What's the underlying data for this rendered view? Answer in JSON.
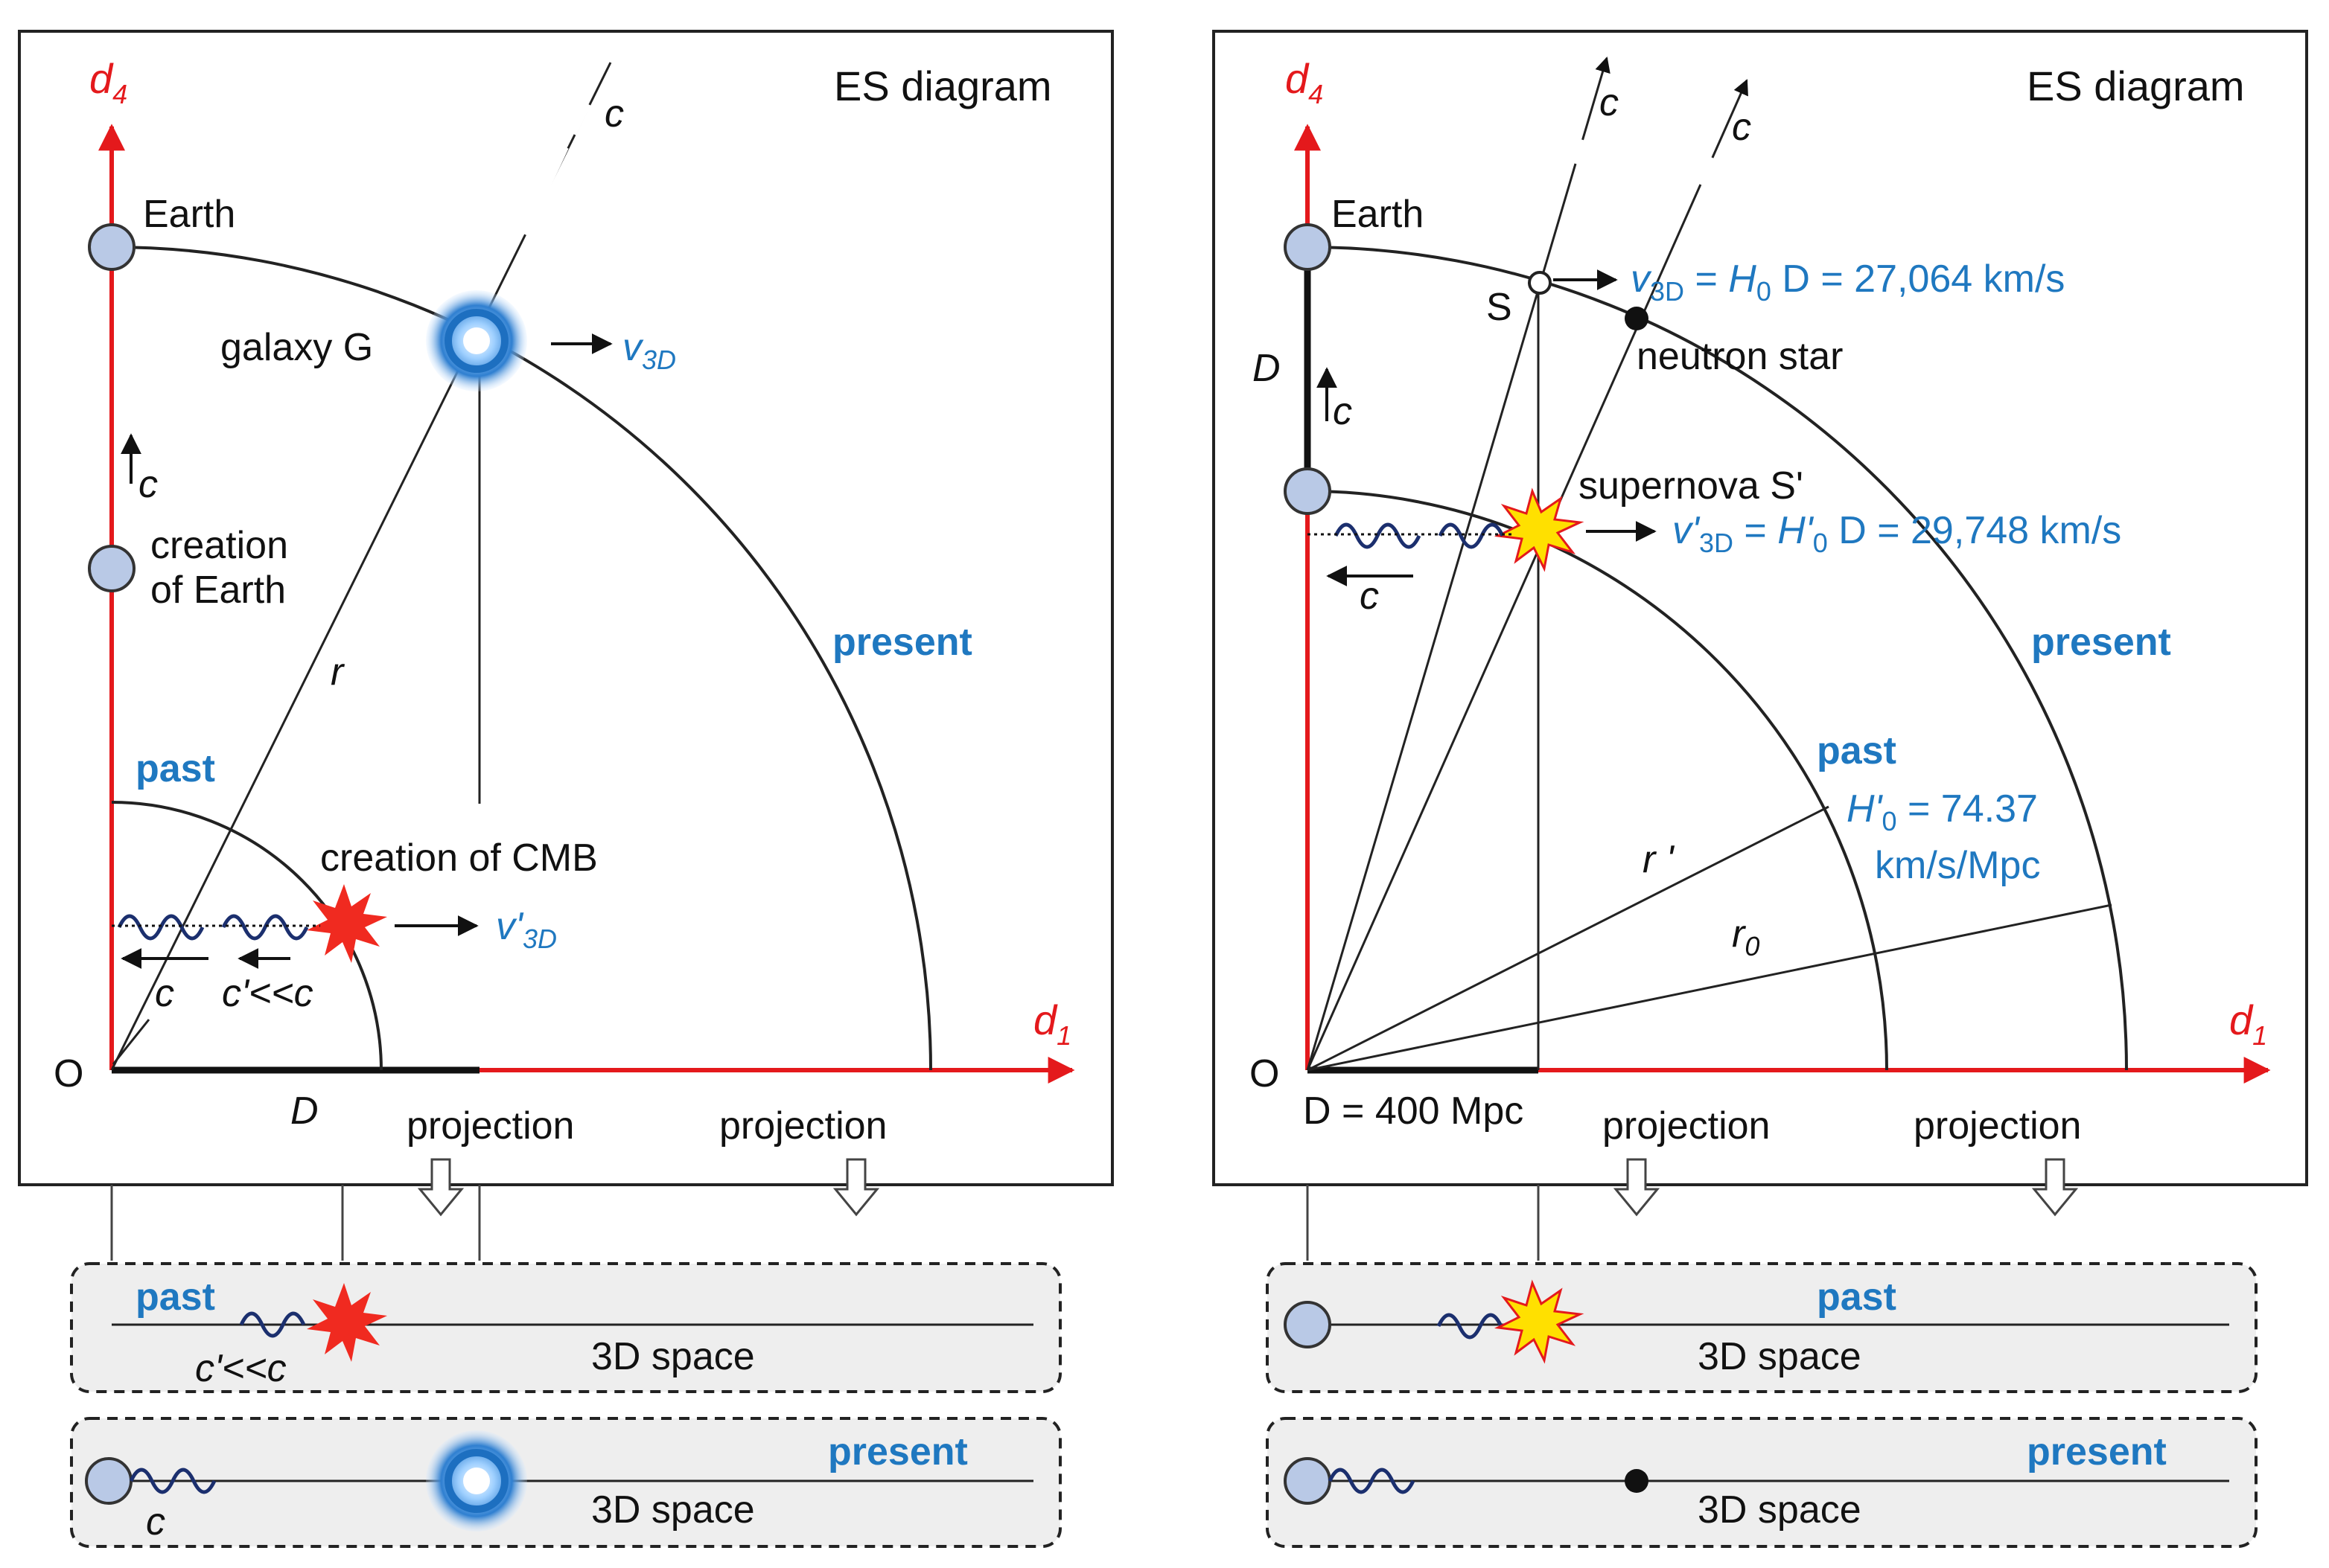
{
  "panels": {
    "left": {
      "title": "ES diagram",
      "axis_d4": "d",
      "axis_d4_sub": "4",
      "axis_d1": "d",
      "axis_d1_sub": "1",
      "origin": "O",
      "earth": "Earth",
      "galaxy": "galaxy G",
      "v3d": "v",
      "v3d_sub": "3D",
      "c": "c",
      "creation_earth_1": "creation",
      "creation_earth_2": "of Earth",
      "r": "r",
      "present": "present",
      "past": "past",
      "creation_cmb": "creation of CMB",
      "v3d_prime": "v'",
      "v3d_prime_sub": "3D",
      "c_prime": "c'<<c",
      "D": "D",
      "projection_1": "projection",
      "projection_2": "projection",
      "strip_past": {
        "label": "past",
        "c_prime": "c'<<c",
        "space": "3D space"
      },
      "strip_present": {
        "label": "present",
        "c": "c",
        "space": "3D space"
      }
    },
    "right": {
      "title": "ES diagram",
      "axis_d4": "d",
      "axis_d4_sub": "4",
      "axis_d1": "d",
      "axis_d1_sub": "1",
      "origin": "O",
      "earth": "Earth",
      "S": "S",
      "eq1_a": "v",
      "eq1_sub": "3D",
      "eq1_b": " = ",
      "eq1_c": "H",
      "eq1_csub": "0",
      "eq1_d": " D = 27,064 km/s",
      "neutron_star": "neutron star",
      "D": "D",
      "c": "c",
      "supernova": "supernova S'",
      "eq2_a": "v'",
      "eq2_sub": "3D",
      "eq2_b": " = ",
      "eq2_c": "H'",
      "eq2_csub": "0",
      "eq2_d": " D = 29,748 km/s",
      "present": "present",
      "past": "past",
      "h0_a": "H'",
      "h0_sub": "0",
      "h0_b": " = 74.37",
      "h0_units": "km/s/Mpc",
      "r_prime": "r '",
      "r0": "r",
      "r0_sub": "0",
      "D_value": "D = 400 Mpc",
      "projection_1": "projection",
      "projection_2": "projection",
      "strip_past": {
        "label": "past",
        "space": "3D space"
      },
      "strip_present": {
        "label": "present",
        "space": "3D space"
      }
    }
  },
  "colors": {
    "axis": "#e4191c",
    "label_blue": "#1f78c0",
    "earth_fill": "#b9c9e6",
    "wave": "#1b2f6e",
    "strip_bg": "#eeeeee",
    "galaxy": "#3a8fd6",
    "cmb_burst": "#f02a20",
    "supernova": "#ffe000"
  },
  "icons": [
    "earth-icon",
    "galaxy-icon",
    "cmb-burst-icon",
    "supernova-icon",
    "neutron-star-icon",
    "wave-icon",
    "arrow-icon"
  ]
}
